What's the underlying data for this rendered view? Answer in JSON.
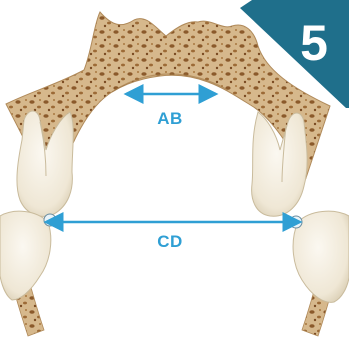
{
  "badge": {
    "number": "5",
    "color": "#1f6f8b"
  },
  "labels": {
    "ab": "AB",
    "cd": "CD"
  },
  "colors": {
    "measure": "#2f9fd4",
    "bone": "#d2b48c",
    "bone_spots": "#8b5a2b",
    "tooth": "#f4efe2",
    "tooth_shadow": "#d9cdb4"
  }
}
